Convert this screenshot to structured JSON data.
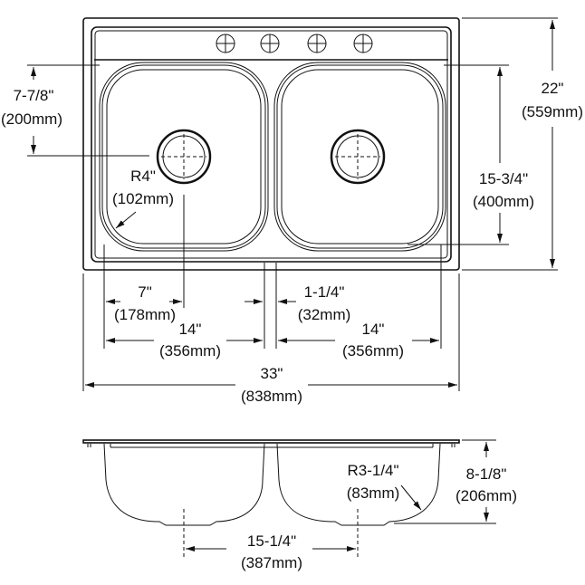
{
  "top_view": {
    "bowl_to_drain": {
      "imperial": "7-7/8\"",
      "metric": "(200mm)"
    },
    "overall_depth": {
      "imperial": "22\"",
      "metric": "(559mm)"
    },
    "bowl_front_back": {
      "imperial": "15-3/4\"",
      "metric": "(400mm)"
    },
    "corner_radius": {
      "imperial": "R4\"",
      "metric": "(102mm)"
    },
    "drain_offset": {
      "imperial": "7\"",
      "metric": "(178mm)"
    },
    "divider": {
      "imperial": "1-1/4\"",
      "metric": "(32mm)"
    },
    "left_bowl_width": {
      "imperial": "14\"",
      "metric": "(356mm)"
    },
    "right_bowl_width": {
      "imperial": "14\"",
      "metric": "(356mm)"
    },
    "overall_width": {
      "imperial": "33\"",
      "metric": "(838mm)"
    },
    "faucet_holes": 4
  },
  "side_view": {
    "bottom_radius": {
      "imperial": "R3-1/4\"",
      "metric": "(83mm)"
    },
    "bowl_depth": {
      "imperial": "8-1/8\"",
      "metric": "(206mm)"
    },
    "drain_spacing": {
      "imperial": "15-1/4\"",
      "metric": "(387mm)"
    }
  }
}
